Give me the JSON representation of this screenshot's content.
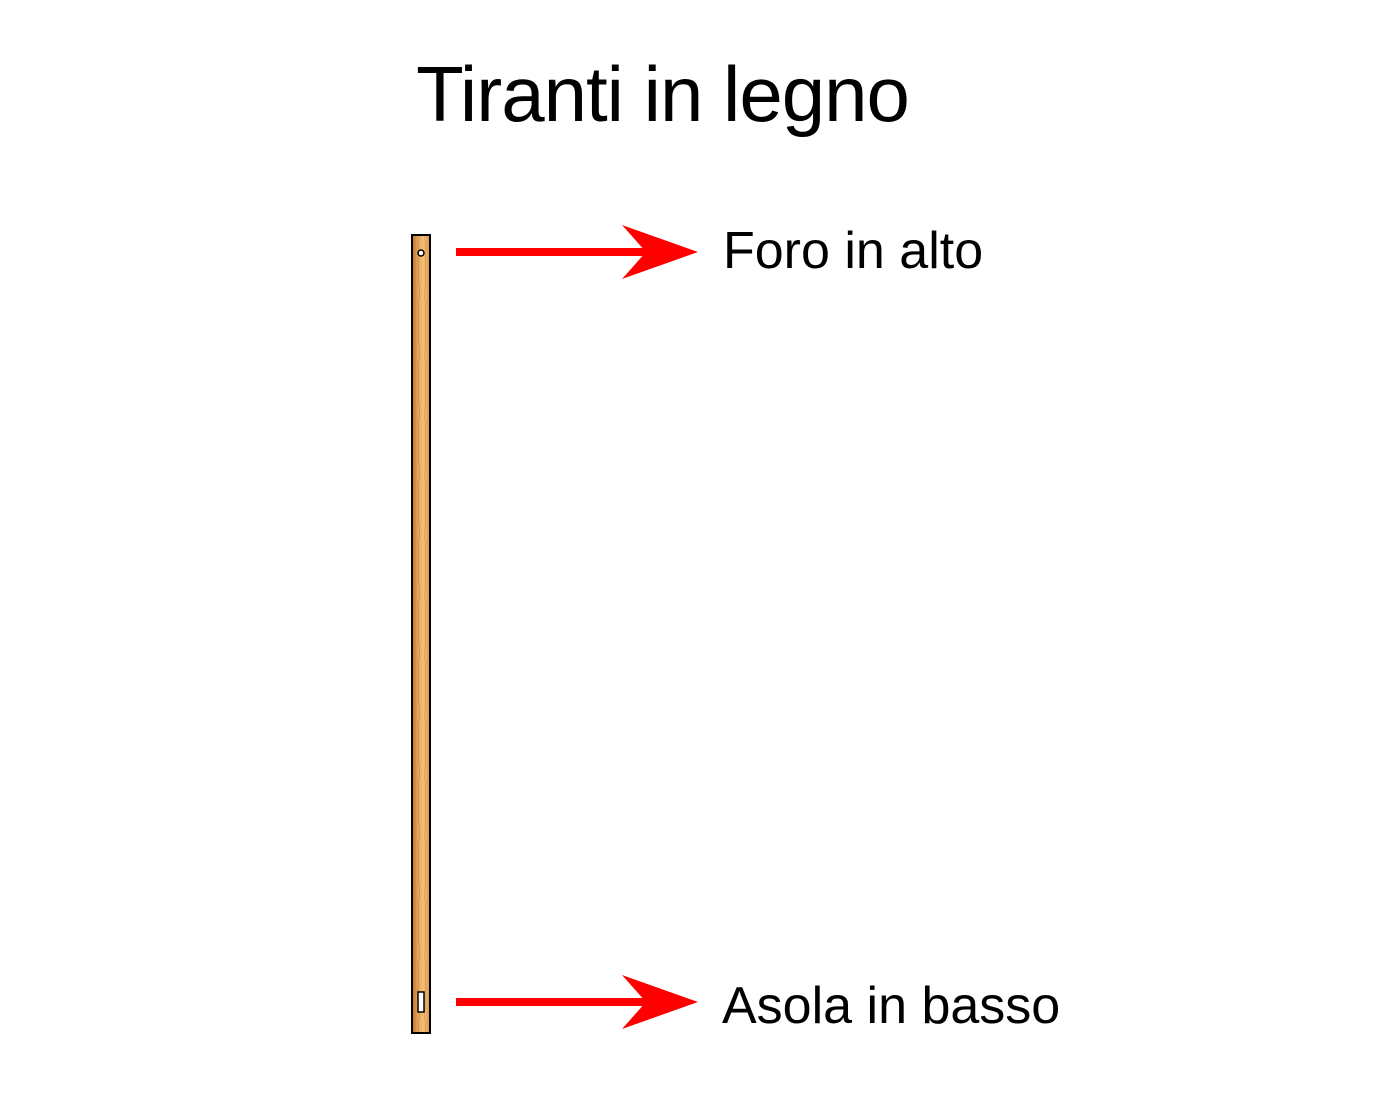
{
  "title": "Tiranti in legno",
  "labels": {
    "top": "Foro in alto",
    "bottom": "Asola in basso"
  },
  "colors": {
    "arrow": "#ff0000",
    "wood": "#e8a860",
    "wood_dark": "#c98236",
    "outline": "#000000",
    "background": "#ffffff"
  },
  "icons": {
    "top_feature": "hole-icon",
    "bottom_feature": "slot-icon"
  }
}
